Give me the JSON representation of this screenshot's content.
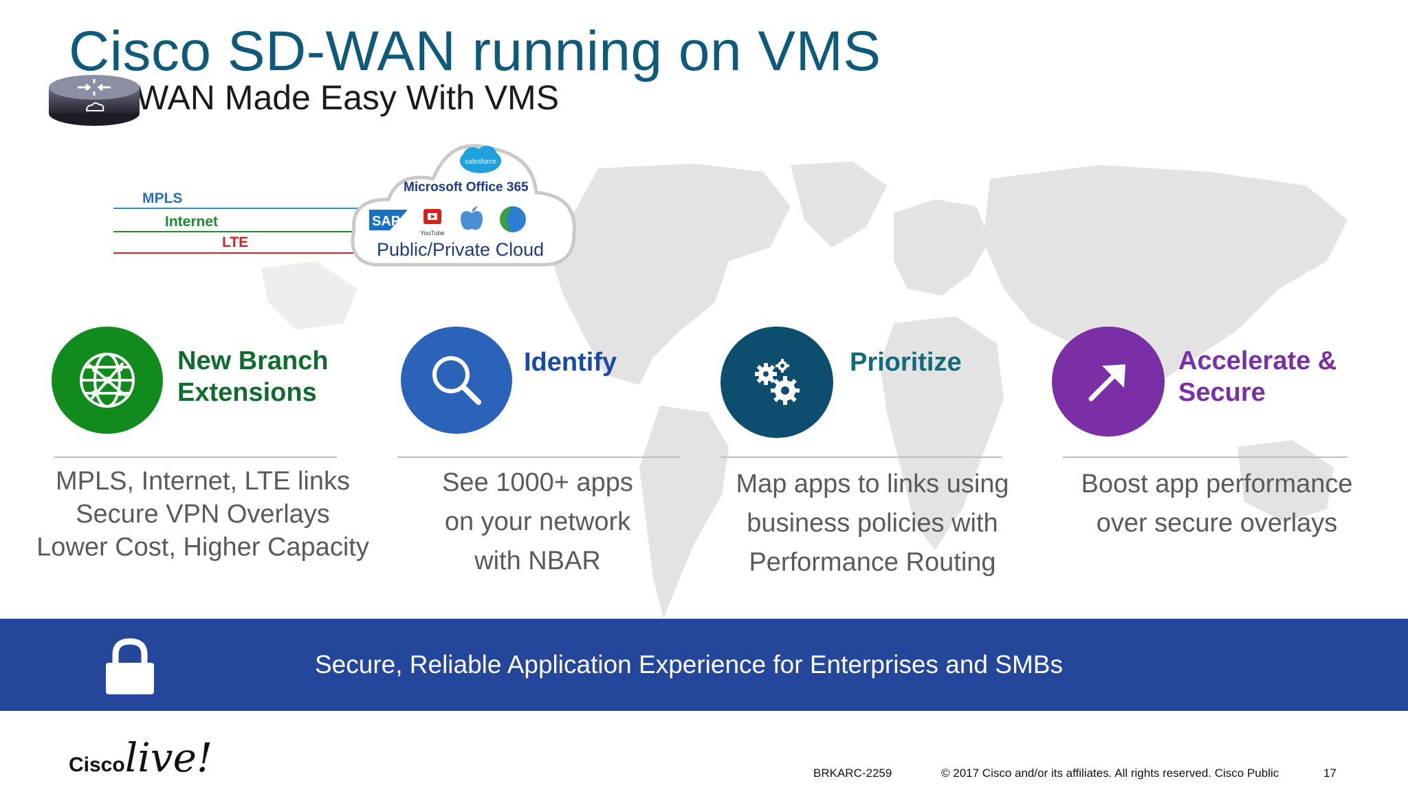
{
  "slide": {
    "title": "Cisco SD-WAN running on VMS",
    "subtitle": "SD-WAN Made Easy With VMS"
  },
  "diagram": {
    "links": [
      {
        "label": "MPLS",
        "color": "#2a8fd0"
      },
      {
        "label": "Internet",
        "color": "#1e8a2e"
      },
      {
        "label": "LTE",
        "color": "#c8242b"
      }
    ],
    "cloud_label": "Public/Private Cloud",
    "cloud_apps_title": "Microsoft Office 365",
    "app_badges": {
      "salesforce": "salesforce",
      "sap": "SAP",
      "youtube": "YouTube"
    },
    "icons": [
      "router-icon",
      "salesforce-icon",
      "sap-icon",
      "youtube-icon",
      "apple-icon",
      "globe-icon"
    ]
  },
  "pillars": [
    {
      "title_lines": [
        "New Branch",
        "Extensions"
      ],
      "color": "#118a1e",
      "icon": "globe-network-icon",
      "desc_lines": [
        "MPLS, Internet, LTE links",
        "Secure VPN Overlays",
        "Lower Cost, Higher Capacity"
      ]
    },
    {
      "title_lines": [
        "Identify"
      ],
      "color": "#2b63b8",
      "title_color": "#1a4aa8",
      "icon": "magnifier-icon",
      "desc_lines": [
        "See 1000+ apps",
        "on your network",
        "with NBAR"
      ]
    },
    {
      "title_lines": [
        "Prioritize"
      ],
      "color": "#0d4d6e",
      "title_color": "#126b7a",
      "icon": "gears-icon",
      "desc_lines": [
        "Map apps to links using",
        "business policies with",
        "Performance Routing"
      ]
    },
    {
      "title_lines": [
        "Accelerate &",
        "Secure"
      ],
      "color": "#7a2fa6",
      "icon": "arrow-up-right-icon",
      "desc_lines": [
        "Boost app performance",
        "over secure overlays"
      ]
    }
  ],
  "banner": {
    "text": "Secure, Reliable Application Experience for Enterprises and SMBs",
    "color": "#25479b",
    "icon": "lock-icon"
  },
  "footer": {
    "logo_cisco": "Cisco",
    "logo_live": "live!",
    "session_code": "BRKARC-2259",
    "copyright": "© 2017  Cisco and/or its affiliates. All rights reserved.   Cisco Public",
    "page_number": "17"
  }
}
